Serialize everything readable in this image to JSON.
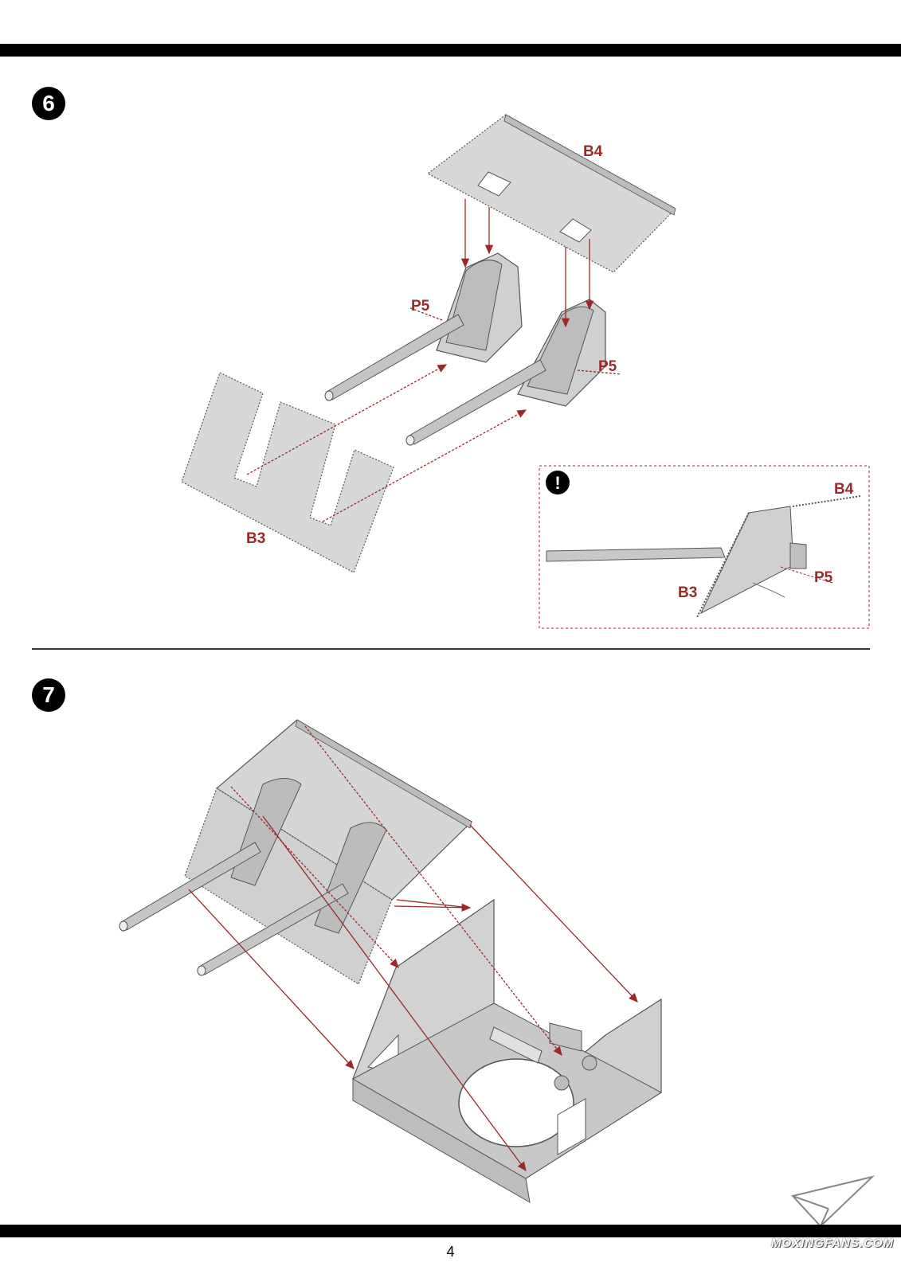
{
  "steps": [
    {
      "number": "6"
    },
    {
      "number": "7"
    }
  ],
  "step6_parts": {
    "b4": "B4",
    "p5_left": "P5",
    "p5_right": "P5",
    "b3": "B3"
  },
  "callout": {
    "icon": "!",
    "b4": "B4",
    "b3": "B3",
    "p5": "P5"
  },
  "watermark": {
    "text": "MOXINGFANS.COM"
  },
  "page_number": "4",
  "colors": {
    "accent": "#9a2a2a",
    "part_fill": "#d6d6d6",
    "part_shade": "#b8b8b8"
  }
}
